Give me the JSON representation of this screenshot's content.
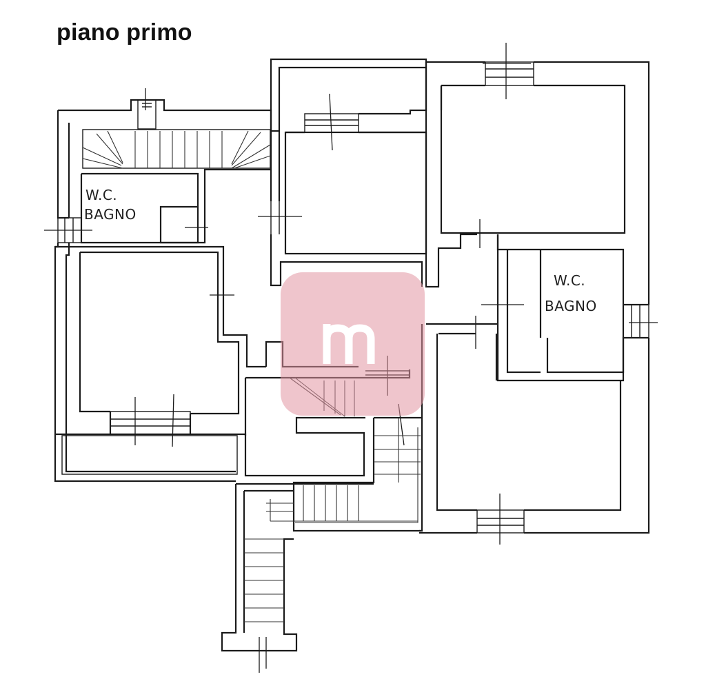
{
  "title": "piano primo",
  "rooms": {
    "bathroom_left": {
      "line1": "W.C.",
      "line2": "BAGNO"
    },
    "bathroom_right": {
      "line1": "W.C.",
      "line2": "BAGNO"
    }
  },
  "watermark": {
    "logo_color": "#e296a2",
    "glyph": "m"
  }
}
